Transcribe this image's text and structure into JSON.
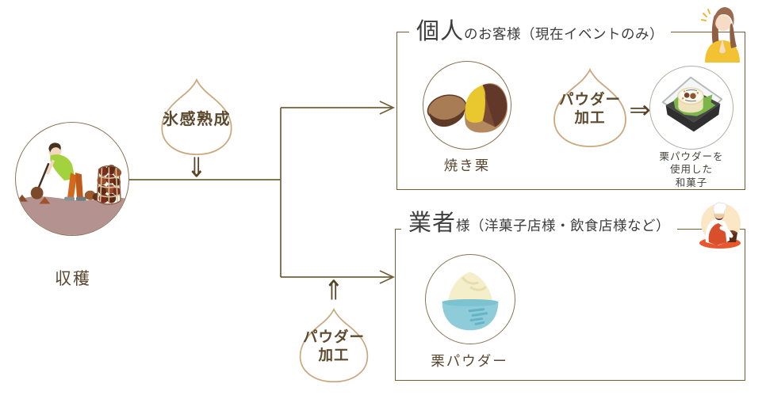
{
  "colors": {
    "flow_line": "#6F6036",
    "box_border": "#6F6036",
    "bubble_outline": "#C9A87E",
    "bubble_text": "#5D4A2E",
    "label_text": "#5A4730",
    "title_text": "#3D3D3D",
    "accent_yellow": "#F2C232",
    "bowl_blue": "#8FCCD9"
  },
  "harvest": {
    "label": "収穫"
  },
  "ice_aging_bubble": {
    "label": "氷感熟成"
  },
  "arrows": {
    "double_down": "⇓",
    "double_up": "⇑",
    "double_right": "⇒"
  },
  "personal_box": {
    "title_main": "個人",
    "title_sub": "のお客様（現在イベントのみ）",
    "roasted_chestnut_label": "焼き栗",
    "powder_bubble_line1": "パウダー",
    "powder_bubble_line2": "加工",
    "product_caption_line1": "栗パウダーを",
    "product_caption_line2": "使用した",
    "product_caption_line3": "和菓子"
  },
  "business_box": {
    "title_main": "業者",
    "title_sub": "様（洋菓子店様・飲食店様など）",
    "powder_label": "栗パウダー",
    "powder_bubble_line1": "パウダー",
    "powder_bubble_line2": "加工"
  }
}
